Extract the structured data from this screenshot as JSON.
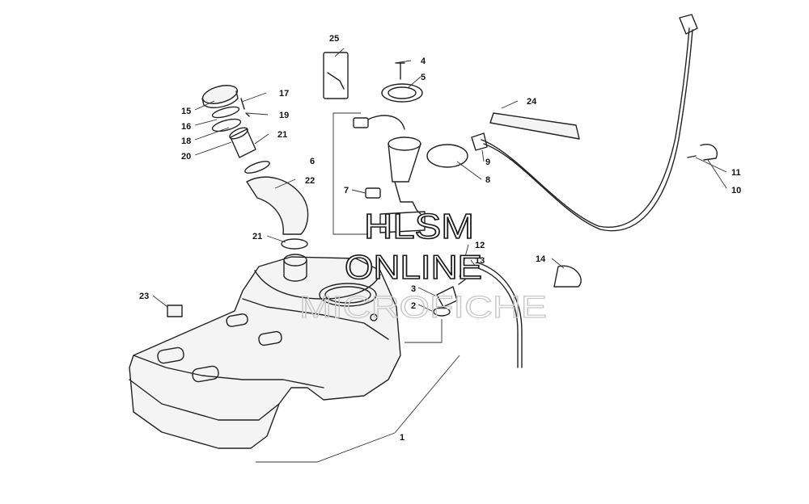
{
  "callouts": {
    "c1": "1",
    "c2": "2",
    "c3": "3",
    "c4": "4",
    "c5": "5",
    "c6": "6",
    "c7": "7",
    "c8": "8",
    "c9": "9",
    "c10": "10",
    "c11": "11",
    "c12": "12",
    "c13": "13",
    "c14": "14",
    "c15": "15",
    "c16": "16",
    "c17": "17",
    "c18": "18",
    "c19": "19",
    "c20": "20",
    "c21a": "21",
    "c21b": "21",
    "c22": "22",
    "c23": "23",
    "c24": "24",
    "c25": "25"
  },
  "watermark": {
    "line1": "HLSM",
    "line2": "ONLINE",
    "line3": "MICROFICHE"
  }
}
